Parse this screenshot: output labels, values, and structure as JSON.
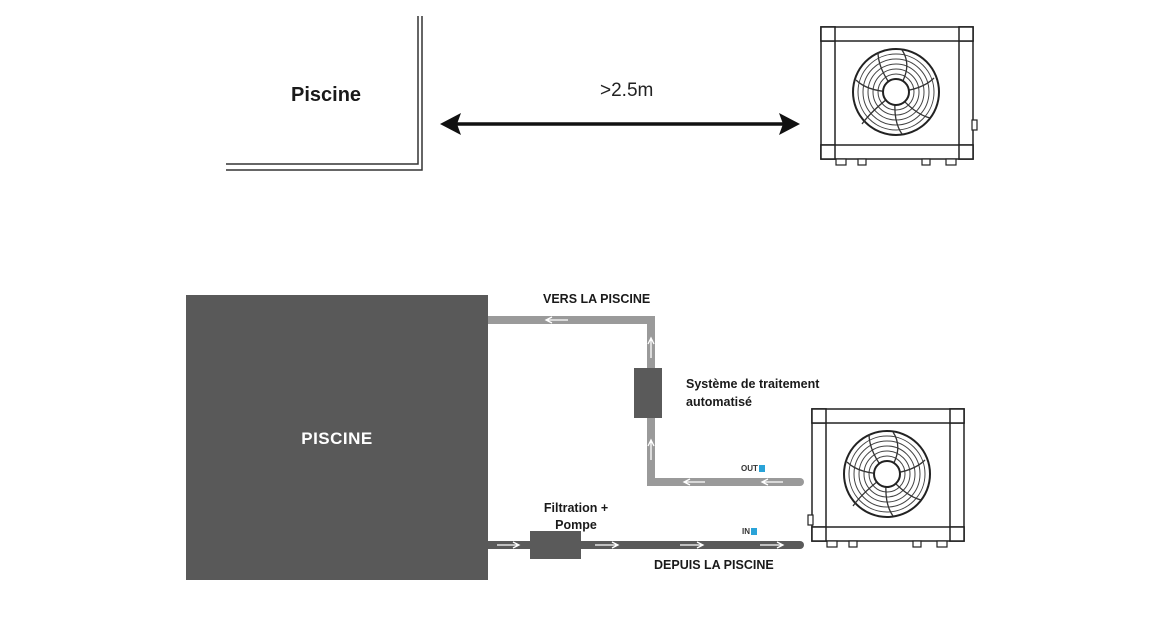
{
  "top_section": {
    "pool_label": "Piscine",
    "distance_label": ">2.5m"
  },
  "bottom_section": {
    "pool_label": "PISCINE",
    "return_line_label": "VERS LA PISCINE",
    "supply_line_label": "DEPUIS LA PISCINE",
    "treatment_label_line1": "Système de traitement",
    "treatment_label_line2": "automatisé",
    "filtration_label_line1": "Filtration +",
    "filtration_label_line2": "Pompe",
    "out_port_label": "OUT",
    "in_port_label": "IN"
  },
  "colors": {
    "pool_fill": "#595959",
    "return_pipe": "#9a9a9a",
    "supply_pipe": "#5a5a5a",
    "port_icon": "#2aa3d8"
  }
}
